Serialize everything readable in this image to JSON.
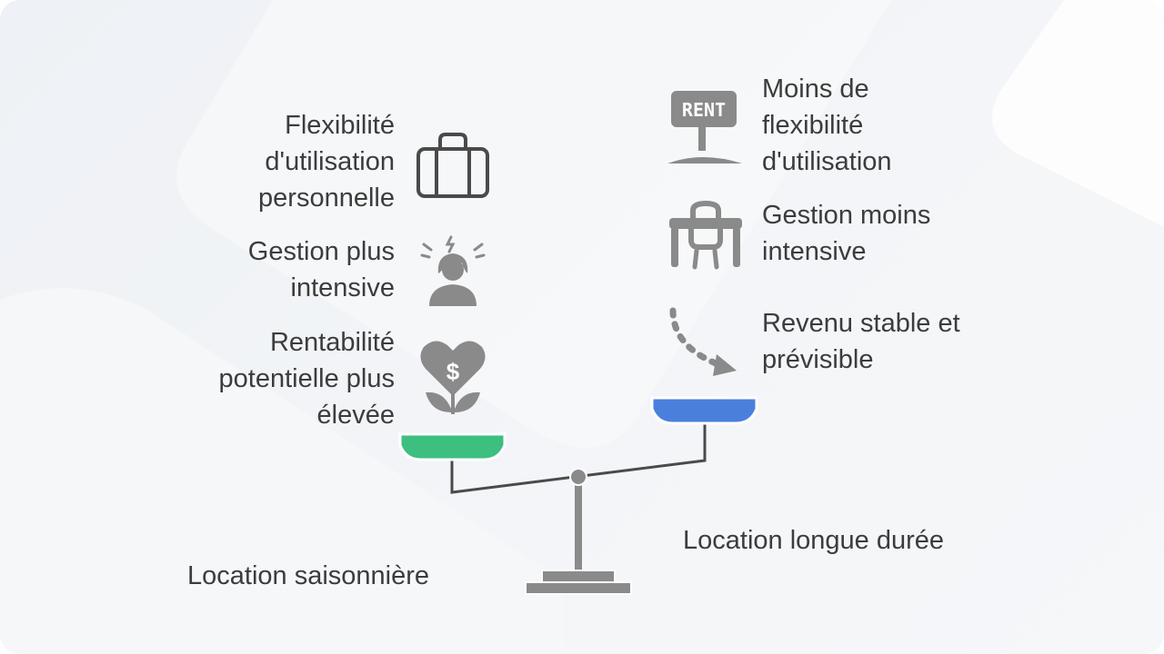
{
  "colors": {
    "left_pan": "#3dbf7f",
    "right_pan": "#4a80dc",
    "icon_gray": "#8a8a8a",
    "text": "#3c3c3c"
  },
  "left": {
    "title": "Location saisonnière",
    "items": [
      {
        "label": "Flexibilité\nd'utilisation\npersonnelle",
        "icon": "suitcase-icon"
      },
      {
        "label": "Gestion plus\nintensive",
        "icon": "stressed-person-icon"
      },
      {
        "label": "Rentabilité\npotentielle plus\nélevée",
        "icon": "money-plant-heart-icon"
      }
    ]
  },
  "right": {
    "title": "Location longue durée",
    "items": [
      {
        "label": "Moins de\nflexibilité\nd'utilisation",
        "icon": "rent-sign-icon",
        "sign_text": "RENT"
      },
      {
        "label": "Gestion moins\nintensive",
        "icon": "desk-icon"
      },
      {
        "label": "Revenu stable et\nprévisible",
        "icon": "curved-arrow-icon"
      }
    ]
  }
}
